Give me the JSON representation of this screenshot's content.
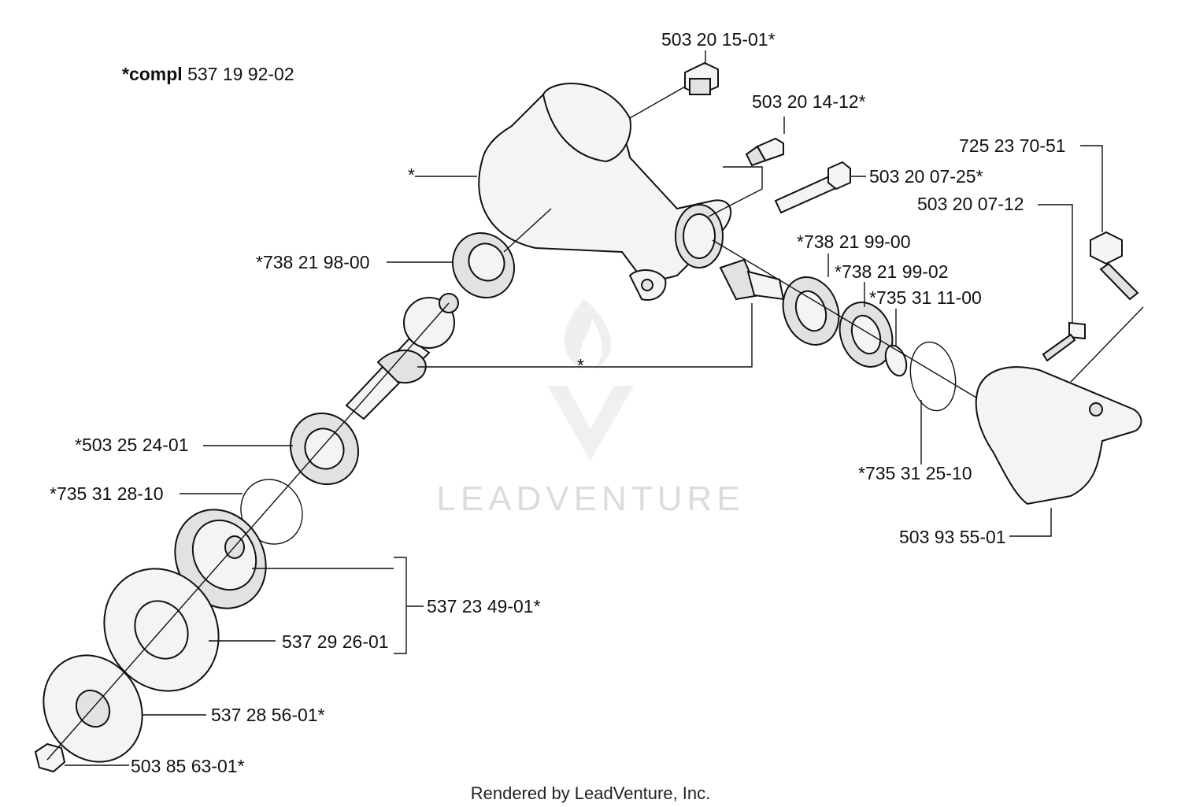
{
  "header": {
    "compl_bold": "*compl",
    "compl_number": "537 19 92-02"
  },
  "parts": {
    "p_503_20_15_01": "503 20 15-01*",
    "p_503_20_14_12": "503 20 14-12*",
    "p_725_23_70_51": "725 23 70-51",
    "p_503_20_07_25": "503 20 07-25*",
    "p_503_20_07_12": "503 20 07-12",
    "housing_star": "*",
    "p_738_21_98_00": "*738 21 98-00",
    "p_738_21_99_00": "*738 21 99-00",
    "p_738_21_99_02": "*738 21 99-02",
    "p_735_31_11_00": "*735 31 11-00",
    "gear_star": "*",
    "p_503_25_24_01": "*503 25 24-01",
    "p_735_31_25_10": "*735 31 25-10",
    "p_735_31_28_10": "*735 31 28-10",
    "p_503_93_55_01": "503 93 55-01",
    "p_537_23_49_01": "537 23 49-01*",
    "p_537_29_26_01": "537 29 26-01",
    "p_537_28_56_01": "537 28 56-01*",
    "p_503_85_63_01": "503 85 63-01*"
  },
  "watermark": "LEADVENTURE",
  "footer": "Rendered by LeadVenture, Inc."
}
